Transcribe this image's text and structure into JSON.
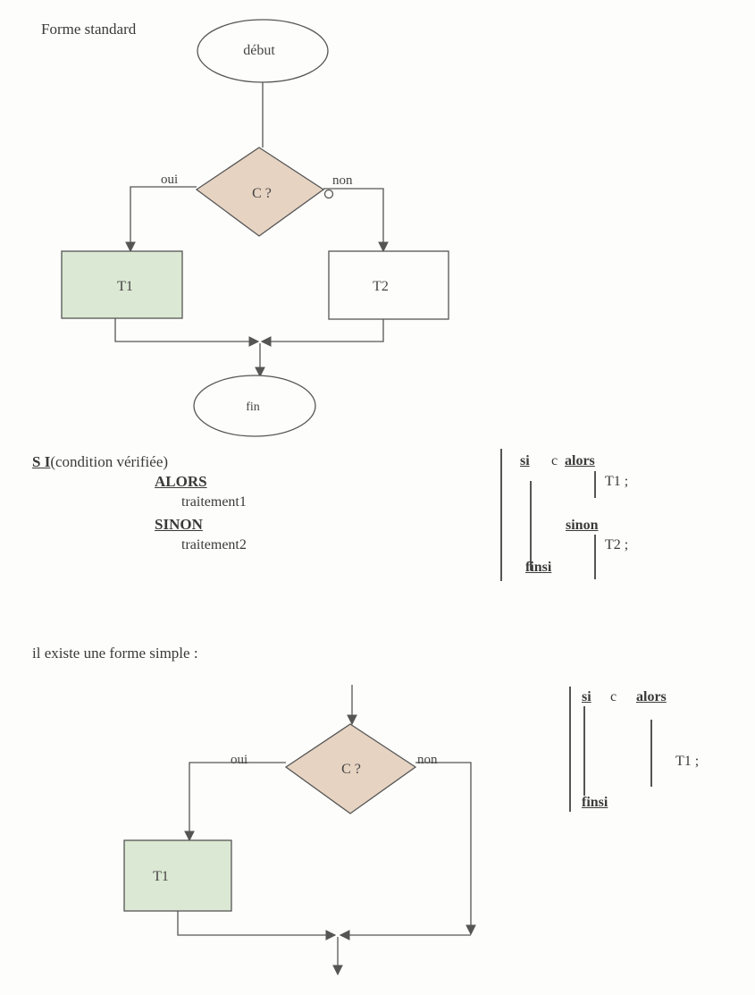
{
  "section1": {
    "title": "Forme standard",
    "flow": {
      "start_label": "début",
      "condition_label": "C ?",
      "yes_label": "oui",
      "no_label": "non",
      "t1_label": "T1",
      "t2_label": "T2",
      "end_label": "fin"
    },
    "pseudocode": {
      "if_kw": "S I",
      "if_cond": "(condition vérifiée)",
      "then_kw": "ALORS",
      "then_body": "traitement1",
      "else_kw": "SINON",
      "else_body": "traitement2"
    },
    "structured": {
      "si": "si",
      "c": "c",
      "alors": "alors",
      "t1": "T1 ;",
      "sinon": "sinon",
      "t2": "T2 ;",
      "finsi": "finsi"
    }
  },
  "section2": {
    "title": "il existe une forme simple :",
    "flow": {
      "condition_label": "C ?",
      "yes_label": "oui",
      "no_label": "non",
      "t1_label": "T1"
    },
    "structured": {
      "si": "si",
      "c": "c",
      "alors": "alors",
      "t1": "T1 ;",
      "finsi": "finsi"
    }
  },
  "colors": {
    "condition_fill": "#e6d3c2",
    "t1_fill": "#dbe8d3",
    "stroke": "#555555"
  }
}
